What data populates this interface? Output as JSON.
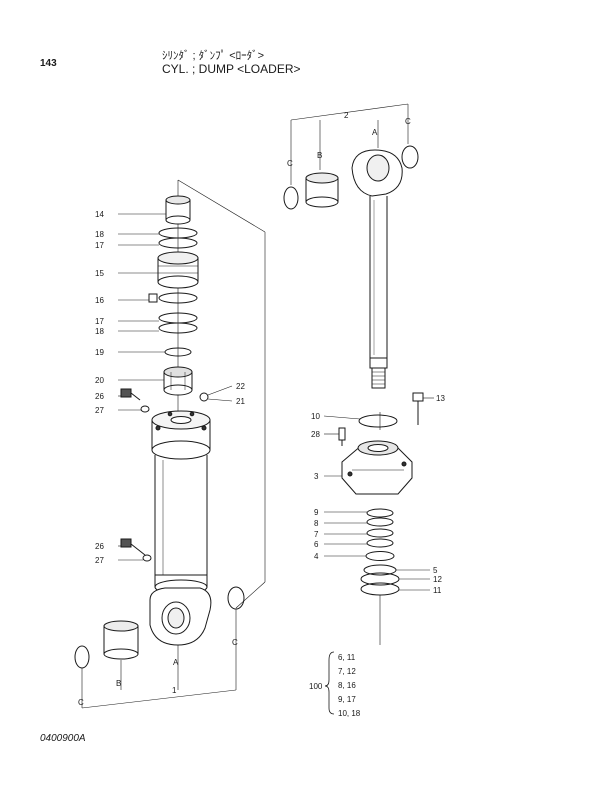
{
  "page": {
    "page_number": "143",
    "title_jp": "ｼﾘﾝﾀﾞ ; ﾀﾞﾝﾌﾟ <ﾛｰﾀﾞ>",
    "title_en": "CYL. ; DUMP <LOADER>",
    "drawing_code": "0400900A"
  },
  "labels": {
    "p14": "14",
    "p18a": "18",
    "p17a": "17",
    "p15": "15",
    "p16": "16",
    "p17b": "17",
    "p18b": "18",
    "p19": "19",
    "p20": "20",
    "p22": "22",
    "p26a": "26",
    "p21": "21",
    "p27a": "27",
    "p26b": "26",
    "p27b": "27",
    "p2": "2",
    "p1": "1",
    "p13": "13",
    "p10": "10",
    "p28": "28",
    "p3": "3",
    "p9": "9",
    "p8": "8",
    "p7": "7",
    "p6": "6",
    "p4": "4",
    "p5": "5",
    "p12": "12",
    "p11": "11",
    "rodA": "A",
    "rodB": "B",
    "rodCL": "C",
    "rodCR": "C",
    "cylA": "A",
    "cylB": "B",
    "cylCL": "C",
    "cylCR": "C"
  },
  "kit": {
    "number": "100",
    "items": [
      "6, 11",
      "7, 12",
      "8, 16",
      "9, 17",
      "10, 18"
    ]
  }
}
